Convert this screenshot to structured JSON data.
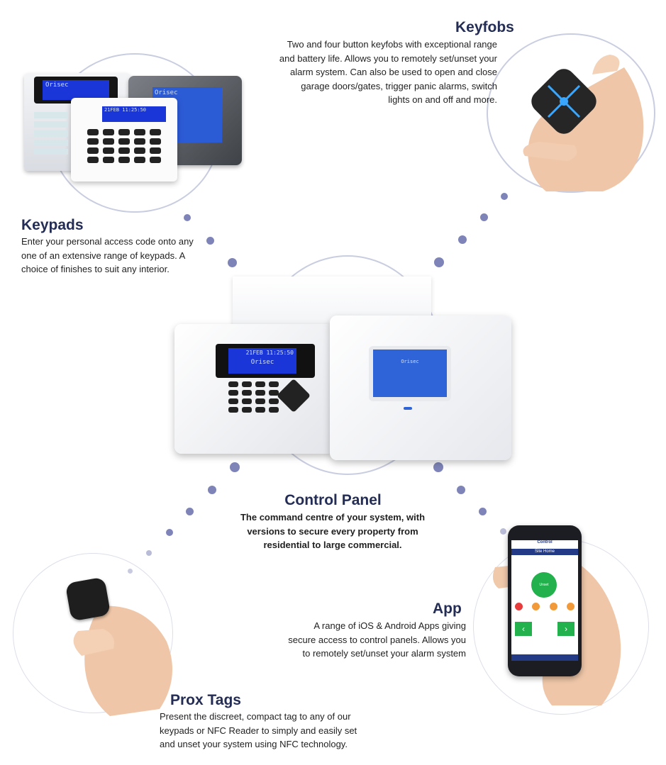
{
  "keyfobs": {
    "title": "Keyfobs",
    "description": "Two and four button keyfobs with exceptional range and battery life. Allows you to remotely set/unset your alarm system. Can also be used to open and close garage doors/gates, trigger panic alarms, switch lights on and off and more."
  },
  "keypads": {
    "title": "Keypads",
    "description": "Enter your personal access code onto any one of an extensive range of keypads. A choice of finishes to suit any interior."
  },
  "control_panel": {
    "title": "Control Panel",
    "description": "The command centre of your system, with versions to secure every property from residential to large commercial."
  },
  "app": {
    "title": "App",
    "description": "A range of iOS & Android Apps giving secure access to control panels. Allows you to remotely set/unset your alarm system"
  },
  "prox_tags": {
    "title": "Prox Tags",
    "description": "Present the discreet, compact tag to any of our keypads or NFC Reader to simply and easily set and unset your system using NFC technology."
  },
  "device_screens": {
    "brand": "Orisec",
    "date_time": "21FEB 11:25:50",
    "app_header": "Control",
    "app_site": "Site Home",
    "app_status": "Unset"
  },
  "colors": {
    "heading": "#232d55",
    "ring": "#c9cde0",
    "dot": "#7e84b8",
    "lcd": "#1b36d8",
    "app_green": "#22b14c"
  }
}
